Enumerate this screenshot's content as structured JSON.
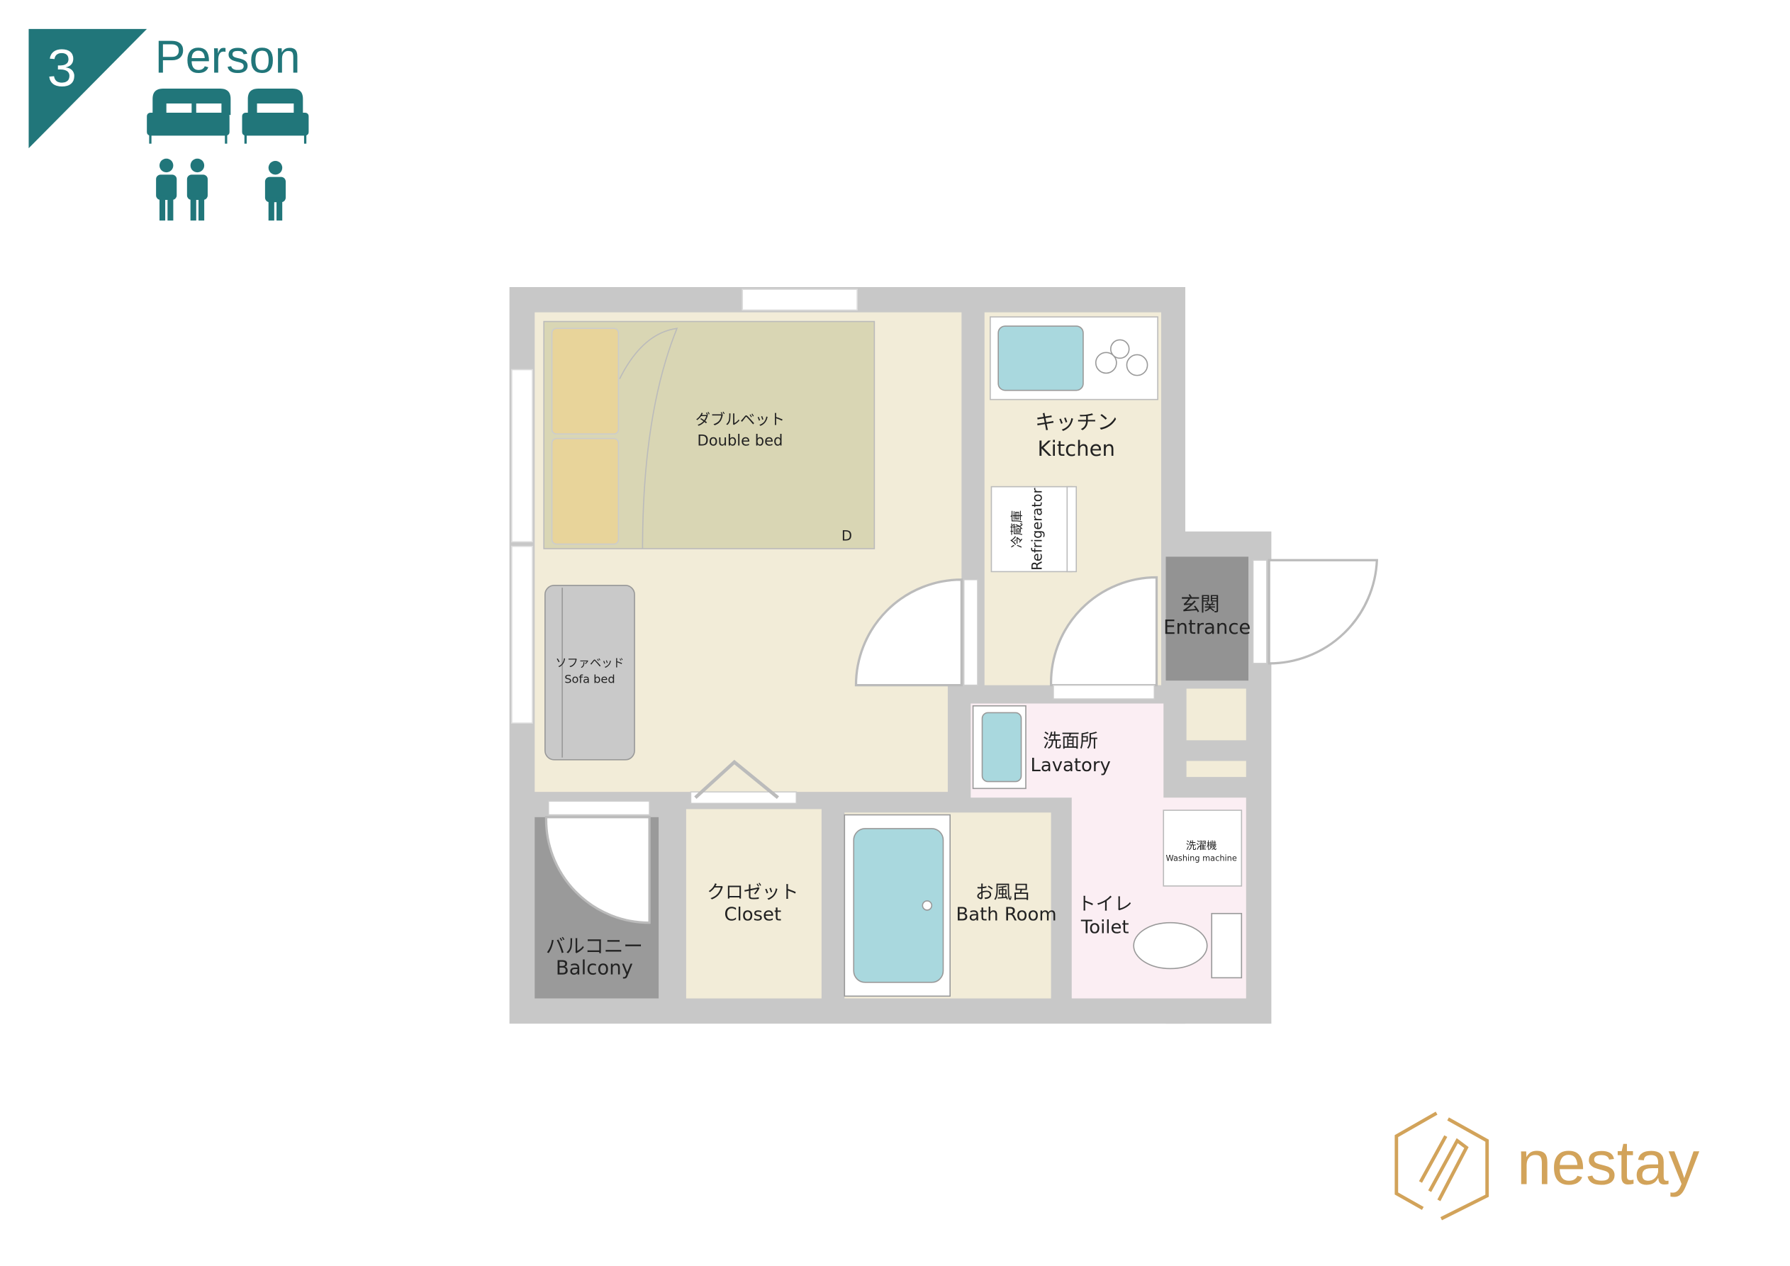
{
  "badge": {
    "count": "3",
    "label": "Person",
    "color": "#21767a",
    "icons": [
      "double-bed-icon",
      "single-bed-icon",
      "person-icon",
      "person-icon",
      "person-icon"
    ]
  },
  "rooms": {
    "double_bed": {
      "jp": "ダブルベット",
      "en": "Double bed",
      "marker": "D"
    },
    "sofa_bed": {
      "jp": "ソファベッド",
      "en": "Sofa bed"
    },
    "kitchen": {
      "jp": "キッチン",
      "en": "Kitchen"
    },
    "refrigerator": {
      "jp": "冷蔵庫",
      "en": "Refrigerator"
    },
    "entrance": {
      "jp": "玄関",
      "en": "Entrance"
    },
    "lavatory": {
      "jp": "洗面所",
      "en": "Lavatory"
    },
    "washing_machine": {
      "jp": "洗濯機",
      "en": "Washing machine"
    },
    "toilet": {
      "jp": "トイレ",
      "en": "Toilet"
    },
    "bath_room": {
      "jp": "お風呂",
      "en": "Bath Room"
    },
    "closet": {
      "jp": "クロゼット",
      "en": "Closet"
    },
    "balcony": {
      "jp": "バルコニー",
      "en": "Balcony"
    }
  },
  "colors": {
    "wall": "#c8c8c8",
    "floor": "#f2ecd8",
    "wet_area": "#fbeef3",
    "fixture": "#a9d8de",
    "dark_floor": "#939393",
    "logo": "#d2a35a"
  },
  "logo": {
    "text": "nestay"
  }
}
